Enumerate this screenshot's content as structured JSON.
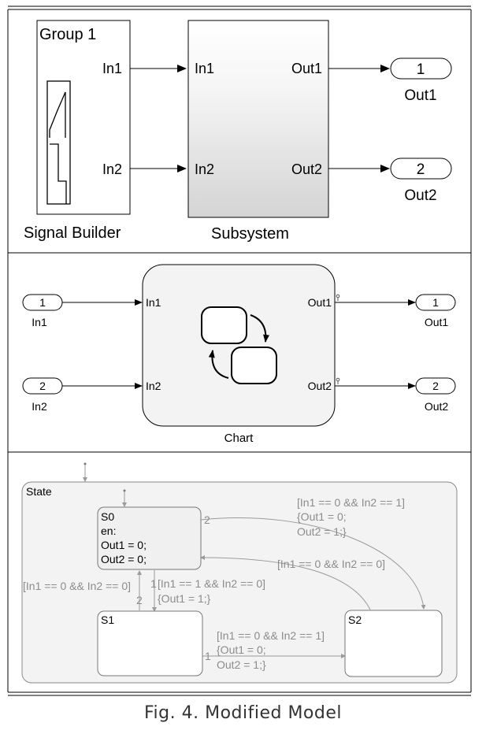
{
  "panel1": {
    "signal_builder": {
      "group_label": "Group 1",
      "port_in1": "In1",
      "port_in2": "In2",
      "name": "Signal Builder"
    },
    "subsystem": {
      "in1": "In1",
      "in2": "In2",
      "out1": "Out1",
      "out2": "Out2",
      "name": "Subsystem"
    },
    "outports": [
      {
        "num": "1",
        "name": "Out1"
      },
      {
        "num": "2",
        "name": "Out2"
      }
    ]
  },
  "panel2": {
    "inports": [
      {
        "num": "1",
        "name": "In1"
      },
      {
        "num": "2",
        "name": "In2"
      }
    ],
    "chart": {
      "in1": "In1",
      "in2": "In2",
      "out1": "Out1",
      "out2": "Out2",
      "name": "Chart"
    },
    "outports": [
      {
        "num": "1",
        "name": "Out1"
      },
      {
        "num": "2",
        "name": "Out2"
      }
    ]
  },
  "panel3": {
    "state_name": "State",
    "s0": {
      "name": "S0",
      "lines": [
        "en:",
        "Out1 = 0;",
        "Out2 = 0;"
      ]
    },
    "s1": {
      "name": "S1"
    },
    "s2": {
      "name": "S2"
    },
    "transitions": {
      "t_s0_s2": {
        "order": "2",
        "lines": [
          "[In1 == 0 && In2 == 1]",
          "{Out1 = 0;",
          "Out2 = 1;}"
        ]
      },
      "t_s2_s0": {
        "lines": [
          "[In1 == 0 && In2 == 0]"
        ]
      },
      "t_s1_s0": {
        "order": "2",
        "lines": [
          "[In1 == 0 && In2 == 0]"
        ]
      },
      "t_s0_s1": {
        "order": "1",
        "lines": [
          "[In1 == 1 && In2 == 0]",
          "{Out1 = 1;}"
        ]
      },
      "t_s1_s2": {
        "order": "1",
        "lines": [
          "[In1 == 0 && In2 == 1]",
          "{Out1 = 0;",
          "Out2 = 1;}"
        ]
      }
    }
  },
  "caption": "Fig. 4. Modified Model"
}
